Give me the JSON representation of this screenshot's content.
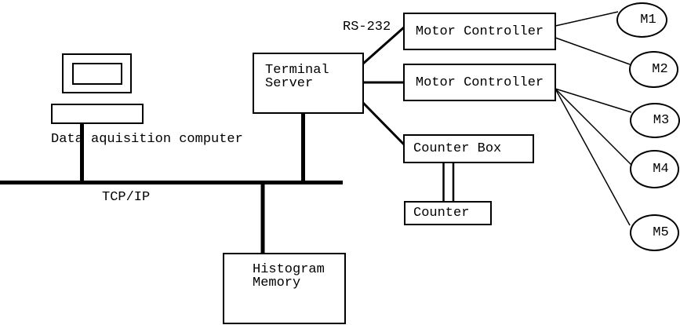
{
  "labels": {
    "data_acquisition": "Data aquisition computer",
    "tcp_ip": "TCP/IP",
    "rs_232": "RS-232"
  },
  "nodes": {
    "terminal_server": [
      "Terminal",
      "Server"
    ],
    "motor_controller_1": "Motor Controller",
    "motor_controller_2": "Motor Controller",
    "counter_box": "Counter Box",
    "counter": "Counter",
    "histogram_memory": [
      "Histogram",
      "Memory"
    ],
    "motors": [
      "M1",
      "M2",
      "M3",
      "M4",
      "M5"
    ]
  },
  "colors": {
    "line": "#000000",
    "background": "#ffffff"
  }
}
